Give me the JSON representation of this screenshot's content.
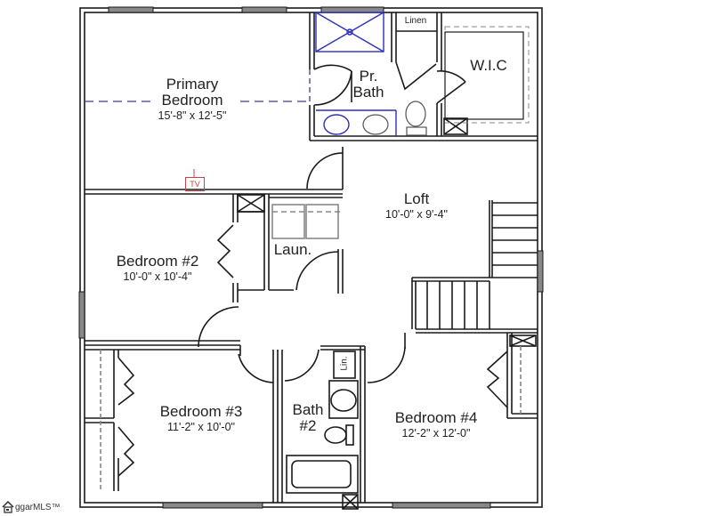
{
  "floor_plan": {
    "rooms": [
      {
        "id": "primary-bedroom",
        "name": "Primary\nBedroom",
        "name_line1": "Primary",
        "name_line2": "Bedroom",
        "dimensions": "15'-8\" x 12'-5\""
      },
      {
        "id": "primary-bath",
        "name_line1": "Pr.",
        "name_line2": "Bath"
      },
      {
        "id": "walk-in-closet",
        "name": "W.I.C"
      },
      {
        "id": "linen",
        "name": "Linen"
      },
      {
        "id": "loft",
        "name": "Loft",
        "dimensions": "10'-0\" x 9'-4\""
      },
      {
        "id": "bedroom-2",
        "name": "Bedroom #2",
        "dimensions": "10'-0\" x 10'-4\""
      },
      {
        "id": "laundry",
        "name": "Laun."
      },
      {
        "id": "bedroom-3",
        "name": "Bedroom #3",
        "dimensions": "11'-2\" x 10'-0\""
      },
      {
        "id": "bath-2",
        "name_line1": "Bath",
        "name_line2": "#2"
      },
      {
        "id": "linen-2",
        "name": "Lin."
      },
      {
        "id": "bedroom-4",
        "name": "Bedroom #4",
        "dimensions": "12'-2\" x 12'-0\""
      }
    ],
    "annotations": {
      "tv": "TV"
    },
    "colors": {
      "walls": "#1a1a1a",
      "fixtures_blue": "#2b2fb8",
      "tv_red": "#d04040",
      "dashed_line": "#3a3aa0"
    }
  },
  "watermark": {
    "text": "ggarMLS™",
    "icon": "house-icon"
  }
}
